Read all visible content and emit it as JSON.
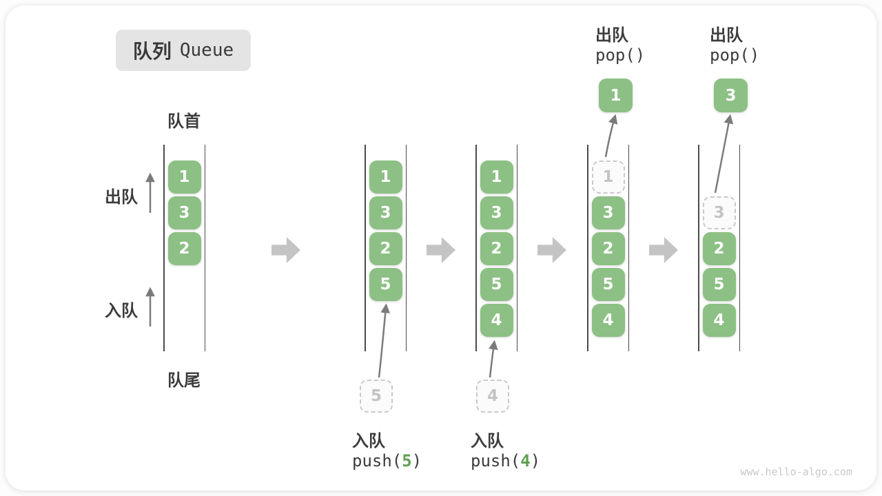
{
  "title": {
    "zh": "队列",
    "en": "Queue"
  },
  "side_labels": {
    "front": "队首",
    "rear": "队尾",
    "dequeue": "出队",
    "enqueue": "入队"
  },
  "stages": [
    {
      "slots": [
        {
          "value": "1",
          "style": "solid"
        },
        {
          "value": "3",
          "style": "solid"
        },
        {
          "value": "2",
          "style": "solid"
        }
      ]
    },
    {
      "slots": [
        {
          "value": "1",
          "style": "solid"
        },
        {
          "value": "3",
          "style": "solid"
        },
        {
          "value": "2",
          "style": "solid"
        },
        {
          "value": "5",
          "style": "solid"
        }
      ]
    },
    {
      "slots": [
        {
          "value": "1",
          "style": "solid"
        },
        {
          "value": "3",
          "style": "solid"
        },
        {
          "value": "2",
          "style": "solid"
        },
        {
          "value": "5",
          "style": "solid"
        },
        {
          "value": "4",
          "style": "solid"
        }
      ]
    },
    {
      "slots": [
        {
          "value": "1",
          "style": "dashed"
        },
        {
          "value": "3",
          "style": "solid"
        },
        {
          "value": "2",
          "style": "solid"
        },
        {
          "value": "5",
          "style": "solid"
        },
        {
          "value": "4",
          "style": "solid"
        }
      ]
    },
    {
      "slots": [
        {
          "value": "3",
          "style": "dashed"
        },
        {
          "value": "2",
          "style": "solid"
        },
        {
          "value": "5",
          "style": "solid"
        },
        {
          "value": "4",
          "style": "solid"
        }
      ]
    }
  ],
  "operations": {
    "push5": {
      "label": "入队",
      "code_open": "push(",
      "arg": "5",
      "code_close": ")",
      "staged_value": "5"
    },
    "push4": {
      "label": "入队",
      "code_open": "push(",
      "arg": "4",
      "code_close": ")",
      "staged_value": "4"
    },
    "pop1": {
      "label": "出队",
      "code": "pop()",
      "popped_value": "1"
    },
    "pop2": {
      "label": "出队",
      "code": "pop()",
      "popped_value": "3"
    }
  },
  "watermark": "www.hello-algo.com",
  "colors": {
    "box_green": "#8cc084",
    "code_green": "#5fa052",
    "block_arrow_gray": "#c4c4c4",
    "thin_arrow_gray": "#7b7b7b",
    "label_dark": "#3c3c3c",
    "badge_bg": "#e4e4e4",
    "dashed_border": "#c9c9c9",
    "watermark_gray": "#c9c9c9"
  }
}
